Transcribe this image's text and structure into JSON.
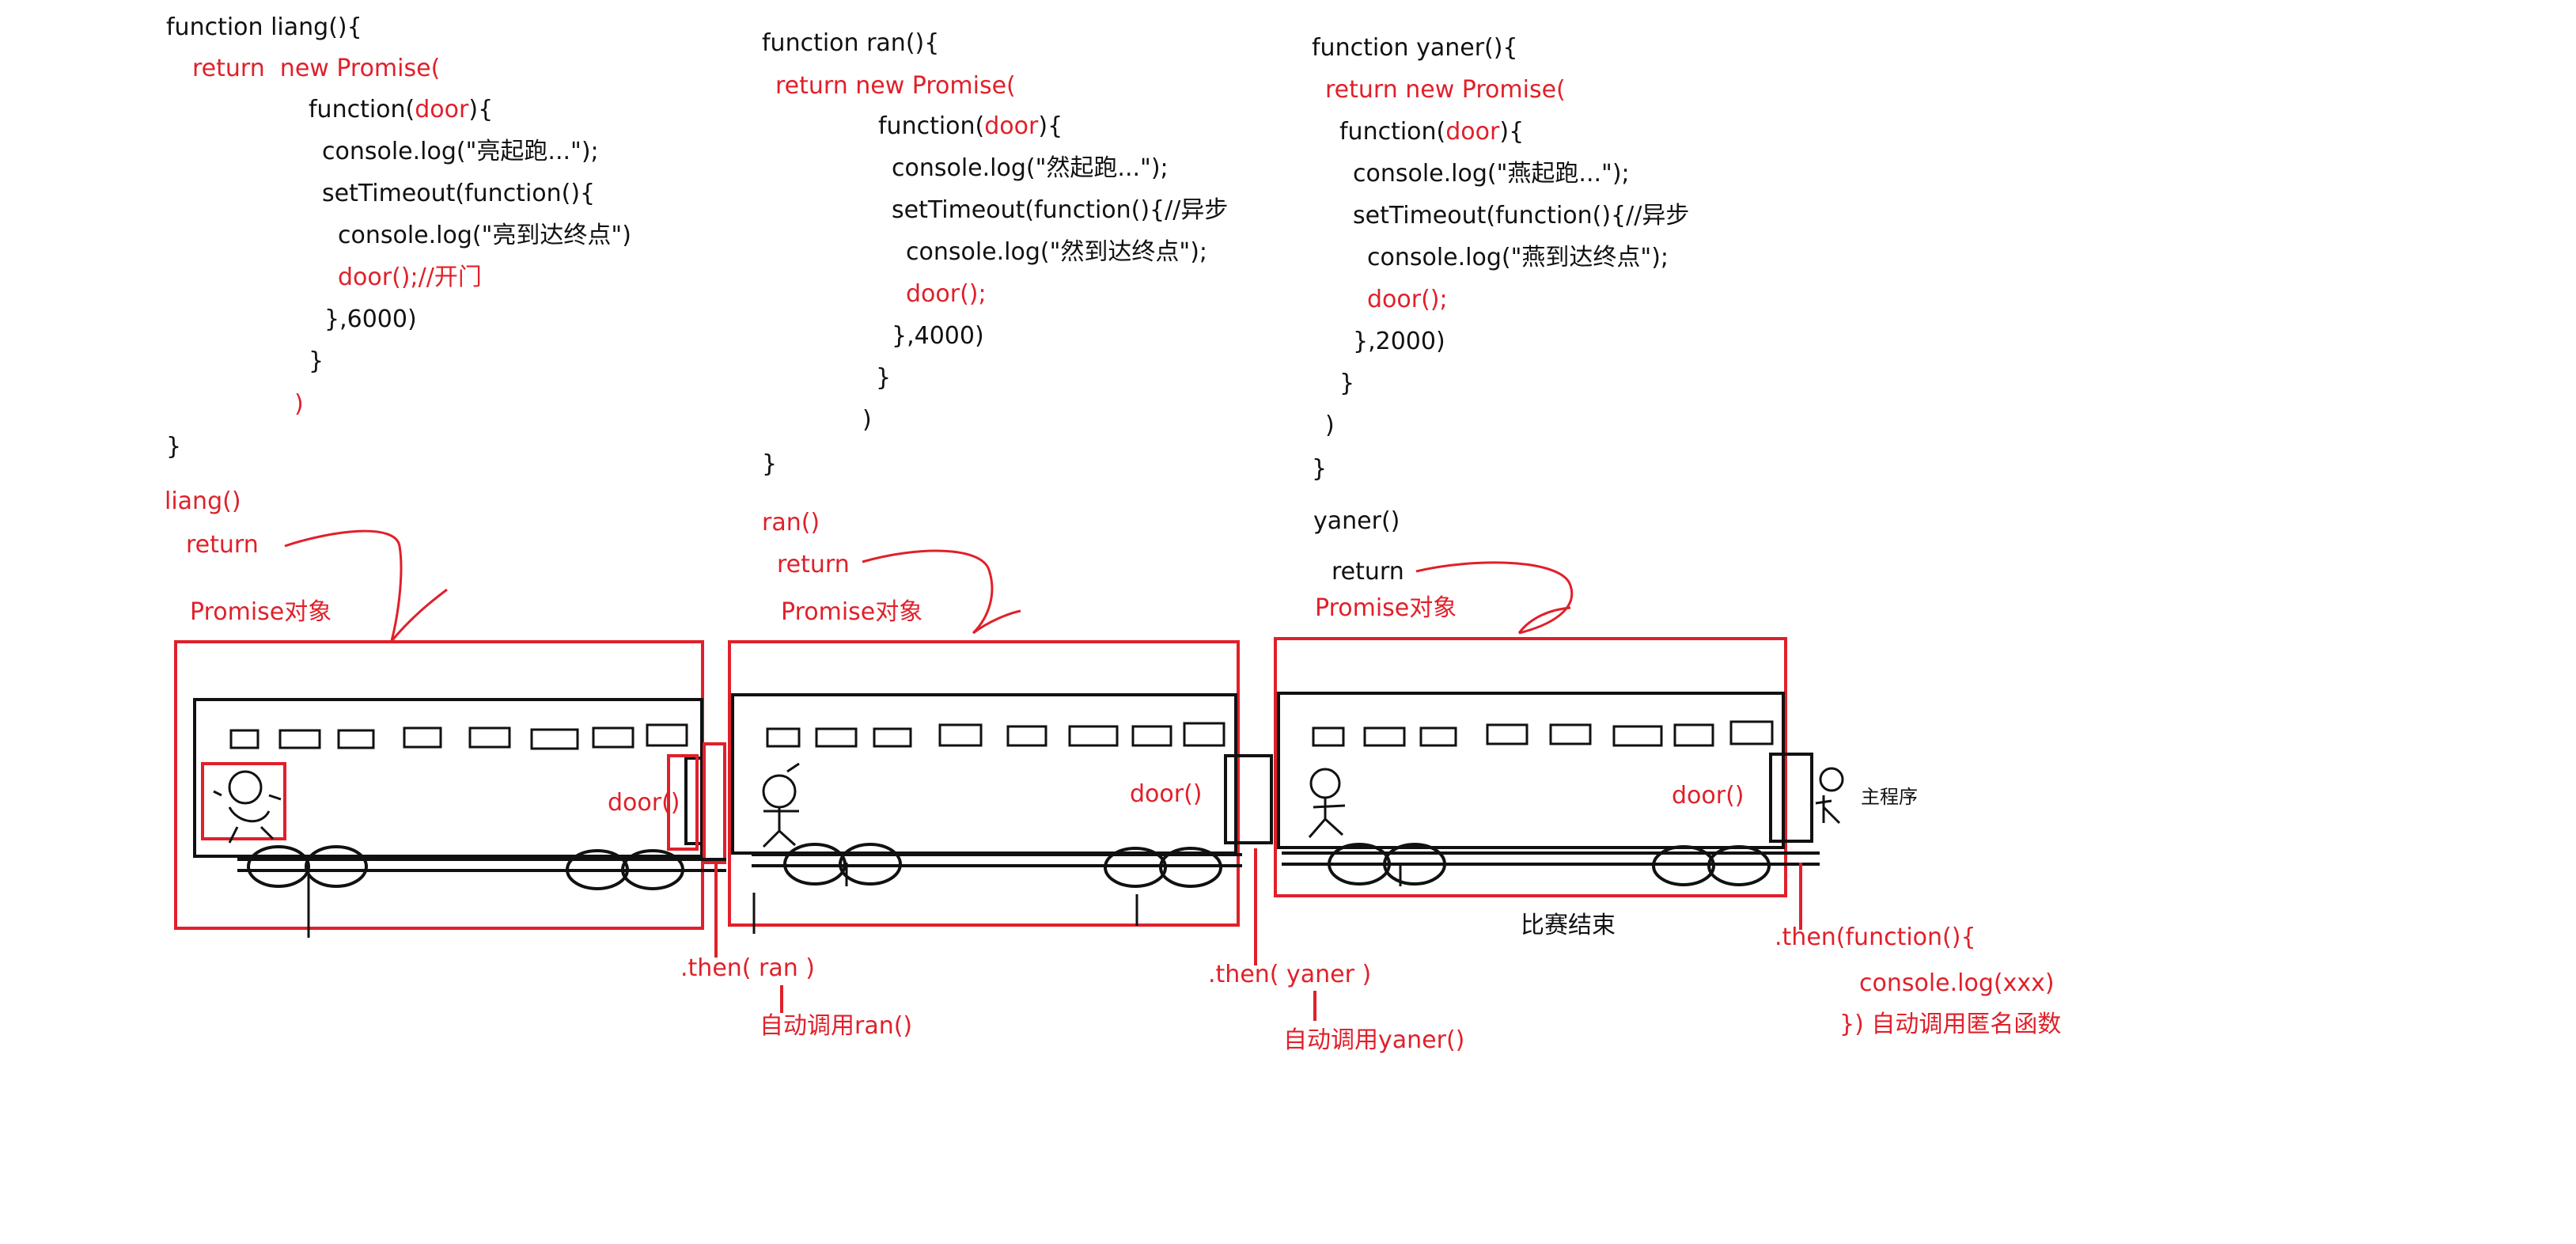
{
  "code": {
    "liang": {
      "l1": "function liang(){",
      "l2": "return  new Promise(",
      "l3a": "function(",
      "l3b": "door",
      "l3c": "){",
      "l4": "console.log(\"亮起跑...\");",
      "l5": "setTimeout(function(){",
      "l6": "console.log(\"亮到达终点\")",
      "l7": "door();//开门",
      "l8": "},6000)",
      "l9": "}",
      "l10": ")",
      "l11": "}"
    },
    "ran": {
      "l1": "function ran(){",
      "l2": "return new Promise(",
      "l3a": "function(",
      "l3b": "door",
      "l3c": "){",
      "l4": "console.log(\"然起跑...\");",
      "l5": "setTimeout(function(){//异步",
      "l6": "console.log(\"然到达终点\");",
      "l7": "door();",
      "l8": "},4000)",
      "l9": "}",
      "l10": ")",
      "l11": "}"
    },
    "yaner": {
      "l1": "function yaner(){",
      "l2": "return new Promise(",
      "l3a": "function(",
      "l3b": "door",
      "l3c": "){",
      "l4": "console.log(\"燕起跑...\");",
      "l5": "setTimeout(function(){//异步",
      "l6": "console.log(\"燕到达终点\");",
      "l7": "door();",
      "l8": "},2000)",
      "l9": "}",
      "l10": ")",
      "l11": "}"
    }
  },
  "labels": {
    "liang_call": "liang()",
    "liang_return": "return",
    "liang_promise": "Promise对象",
    "ran_call": "ran()",
    "ran_return": "return",
    "ran_promise": "Promise对象",
    "yaner_call": "yaner()",
    "yaner_return": "return",
    "yaner_promise": "Promise对象",
    "door1": "door()",
    "door2": "door()",
    "door3": "door()",
    "then_ran": ".then( ran )",
    "auto_ran": "自动调用ran()",
    "then_yaner": ".then( yaner )",
    "auto_yaner": "自动调用yaner()",
    "race_end": "比赛结束",
    "then_fn": ".then(function(){",
    "console_xxx": "console.log(xxx)",
    "auto_anon": "}) 自动调用匿名函数",
    "main_program": "主程序"
  },
  "colors": {
    "red": "#e0202a",
    "black": "#111111"
  }
}
